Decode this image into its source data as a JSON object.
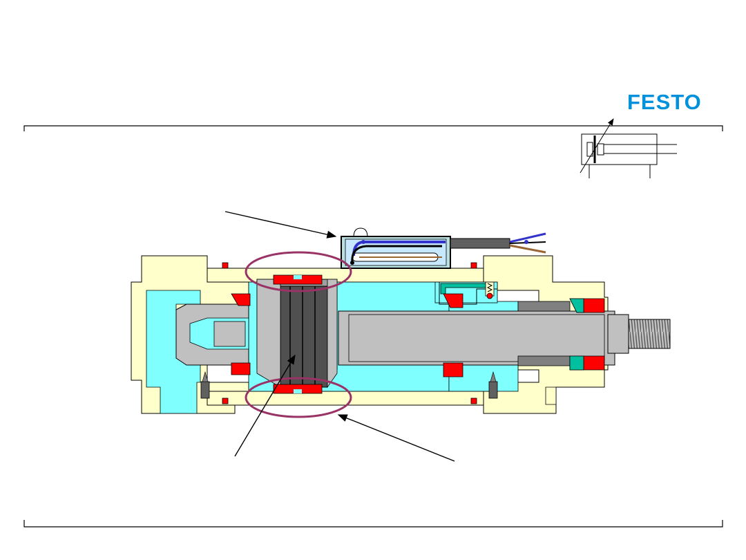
{
  "brand": {
    "logo_text": "FESTO",
    "logo_color": "#0091dc"
  },
  "colors": {
    "body": "#ffffcc",
    "chamber": "#80ffff",
    "piston_rod": "#c0c0c0",
    "piston_core": "#505050",
    "magnet": "#ff0000",
    "seal_teal": "#00c0a0",
    "highlight_ring": "#993366",
    "sensor_blue": "#3333cc",
    "wire_brown": "#996633"
  },
  "icons": [
    "reed-switch-sensor",
    "cylinder-symbol",
    "magnetic-ring-highlight",
    "pointer-arrow"
  ]
}
